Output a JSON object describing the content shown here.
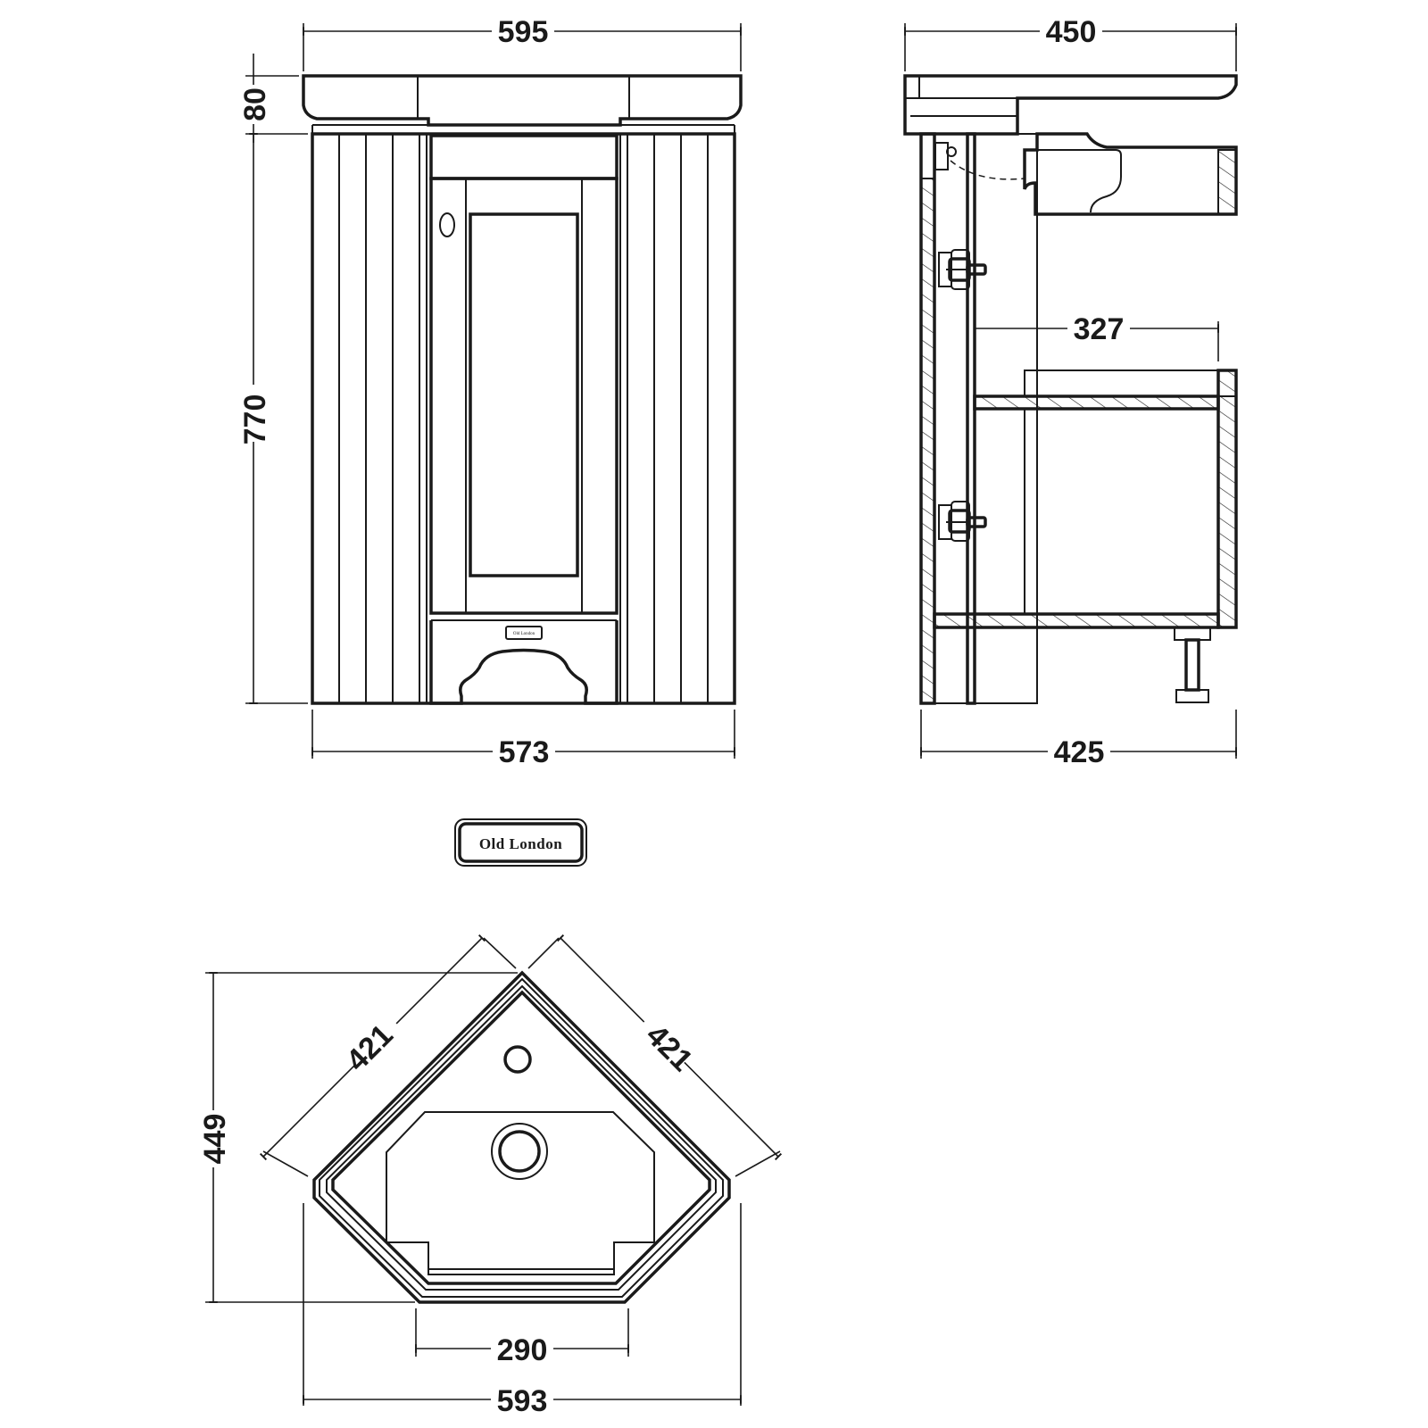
{
  "drawing": {
    "front_view": {
      "width_top_label": "595",
      "top_height_label": "80",
      "body_height_label": "770",
      "width_bottom_label": "573"
    },
    "side_view": {
      "depth_top_label": "450",
      "inner_depth_label": "327",
      "depth_bottom_label": "425"
    },
    "plan_view": {
      "side_left_label": "421",
      "side_right_label": "421",
      "depth_label": "449",
      "front_width_label": "290",
      "overall_width_label": "593"
    },
    "badge": {
      "text": "Old London"
    }
  }
}
